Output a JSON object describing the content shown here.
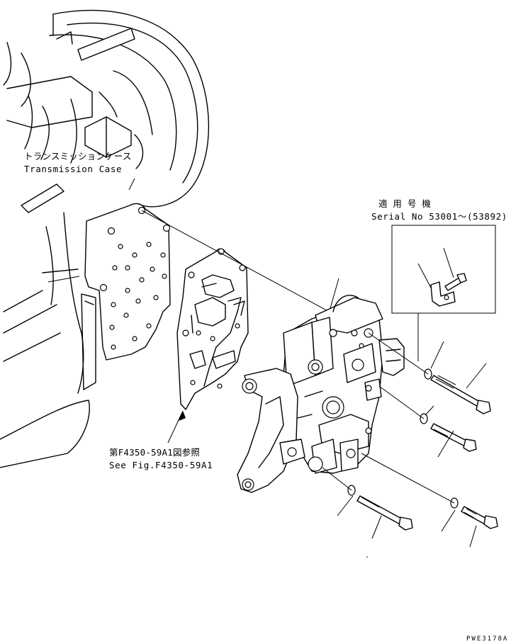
{
  "labels": {
    "transmission_case_jp": "トランスミッションケース",
    "transmission_case_en": "Transmission Case",
    "serial_jp": "適 用 号 機",
    "serial_en": "Serial No 53001～(53892)",
    "see_fig_jp": "第F4350-59A1図参照",
    "see_fig_en": "See Fig.F4350-59A1",
    "drawing_code": "PWE3178A"
  }
}
